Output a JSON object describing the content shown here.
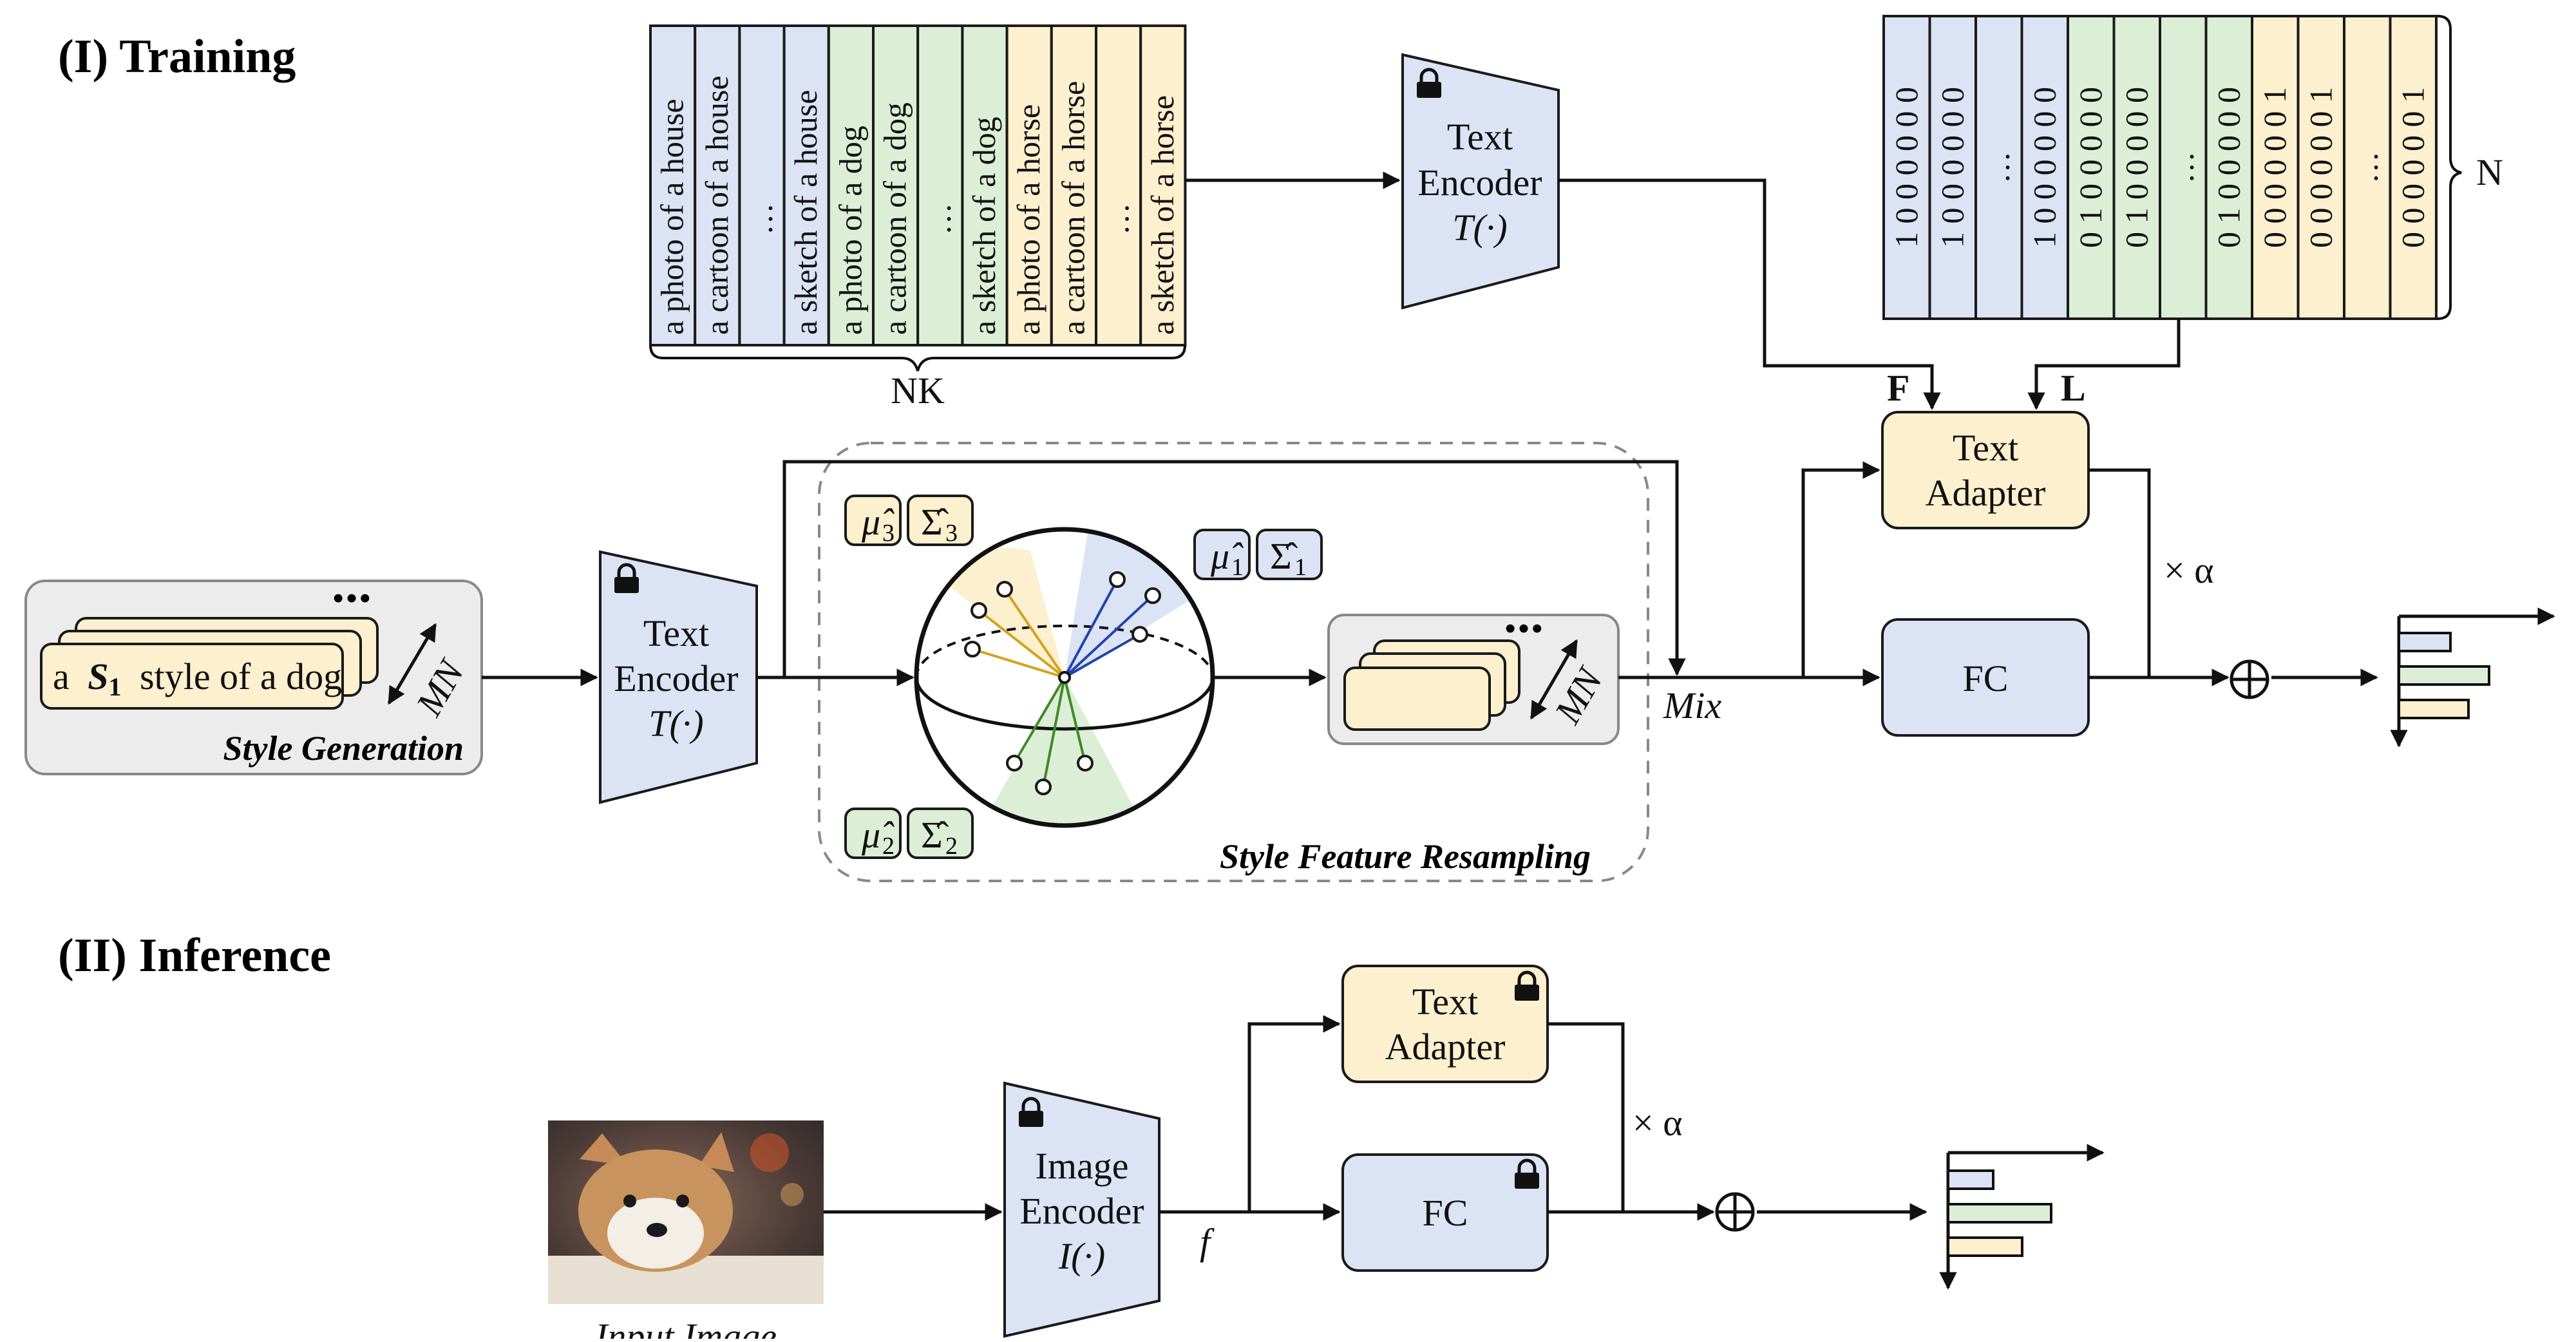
{
  "sections": {
    "training": "(I) Training",
    "inference": "(II) Inference"
  },
  "prompts": {
    "texts": [
      "a photo of a house",
      "a cartoon of a house",
      "…",
      "a sketch of a house",
      "a photo of a dog",
      "a cartoon of a dog",
      "…",
      "a sketch of a dog",
      "a photo of a horse",
      "a cartoon of a horse",
      "…",
      "a sketch of a horse"
    ],
    "brace_label": "NK"
  },
  "labels_matrix": {
    "rows": [
      "1 0 0 0 0 0 0",
      "1 0 0 0 0 0 0",
      "…",
      "1 0 0 0 0 0 0",
      "0 1 0 0 0 0 0",
      "0 1 0 0 0 0 0",
      "…",
      "0 1 0 0 0 0 0",
      "0 0 0 0 0 0 1",
      "0 0 0 0 0 0 1",
      "…",
      "0 0 0 0 0 0 1"
    ],
    "brace_label": "N"
  },
  "text_encoder_top": {
    "line1": "Text",
    "line2": "Encoder",
    "line3": "T(·)"
  },
  "text_encoder_mid": {
    "line1": "Text",
    "line2": "Encoder",
    "line3": "T(·)"
  },
  "image_encoder": {
    "line1": "Image",
    "line2": "Encoder",
    "line3": "I(·)"
  },
  "arrow_labels": {
    "F": "F",
    "L": "L",
    "mix": "Mix",
    "alpha_train": "× α",
    "alpha_infer": "× α",
    "f": "f",
    "mn1": "MN",
    "mn2": "MN",
    "ellipsis1": "•••",
    "ellipsis2": "•••"
  },
  "text_adapter_train": {
    "line1": "Text",
    "line2": "Adapter"
  },
  "fc_train": "FC",
  "text_adapter_infer": {
    "line1": "Text",
    "line2": "Adapter"
  },
  "fc_infer": "FC",
  "oplus": "⊕",
  "style_generation": {
    "prompt_prefix": "a",
    "prompt_token": "S",
    "prompt_sub": "1",
    "prompt_suffix": "style of a dog",
    "caption": "Style Generation"
  },
  "resampling": {
    "caption": "Style Feature Resampling",
    "tags": [
      {
        "mu": "μ̂",
        "sigma": "Σ̂",
        "idx": "3"
      },
      {
        "mu": "μ̂",
        "sigma": "Σ̂",
        "idx": "1"
      },
      {
        "mu": "μ̂",
        "sigma": "Σ̂",
        "idx": "2"
      }
    ]
  },
  "input_image_caption": "Input Image",
  "colors": {
    "blue": "#dce3f5",
    "green": "#dcefd6",
    "yellow": "#fcf0cf",
    "gray": "#ececec",
    "stroke": "#1a1a1a",
    "branch_yellow": "#d4a21c",
    "branch_blue": "#2244aa",
    "branch_green": "#3f8a2a"
  },
  "icons": [
    "lock-icon",
    "sphere-icon",
    "bar-chart-icon",
    "oplus-icon",
    "dog-photo"
  ]
}
